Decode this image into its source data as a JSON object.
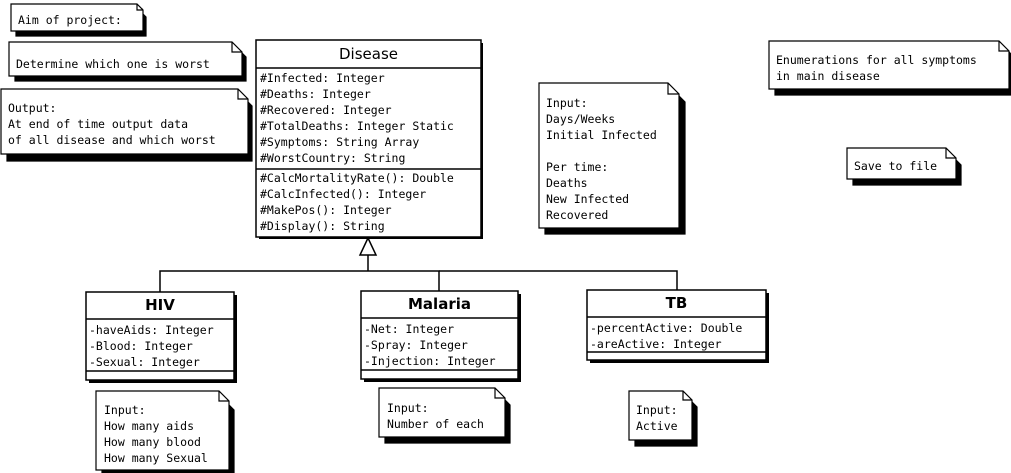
{
  "notes": {
    "aim": "Aim of project:",
    "determine": "Determine which one is worst",
    "output": [
      "Output:",
      "At end of time output data",
      "of all disease and which worst"
    ],
    "input_main": [
      "Input:",
      "Days/Weeks",
      "Initial Infected",
      "",
      "Per time:",
      "Deaths",
      "New Infected",
      "Recovered"
    ],
    "enumerations": [
      "Enumerations for all symptoms",
      "in main disease"
    ],
    "save": "Save to file",
    "input_hiv": [
      "Input:",
      "How many aids",
      "How many blood",
      "How many Sexual"
    ],
    "input_malaria": [
      "Input:",
      "Number of each"
    ],
    "input_tb": [
      "Input:",
      "Active"
    ]
  },
  "classes": {
    "disease": {
      "name": "Disease",
      "attributes": [
        "#Infected: Integer",
        "#Deaths: Integer",
        "#Recovered: Integer",
        "#TotalDeaths: Integer Static",
        "#Symptoms: String Array",
        "#WorstCountry: String"
      ],
      "methods": [
        "#CalcMortalityRate(): Double",
        "#CalcInfected(): Integer",
        "#MakePos(): Integer",
        "#Display(): String"
      ]
    },
    "hiv": {
      "name": "HIV",
      "attributes": [
        "-haveAids: Integer",
        "-Blood: Integer",
        "-Sexual: Integer"
      ],
      "methods": []
    },
    "malaria": {
      "name": "Malaria",
      "attributes": [
        "-Net: Integer",
        "-Spray: Integer",
        "-Injection: Integer"
      ],
      "methods": []
    },
    "tb": {
      "name": "TB",
      "attributes": [
        "-percentActive: Double",
        "-areActive: Integer"
      ],
      "methods": []
    }
  }
}
